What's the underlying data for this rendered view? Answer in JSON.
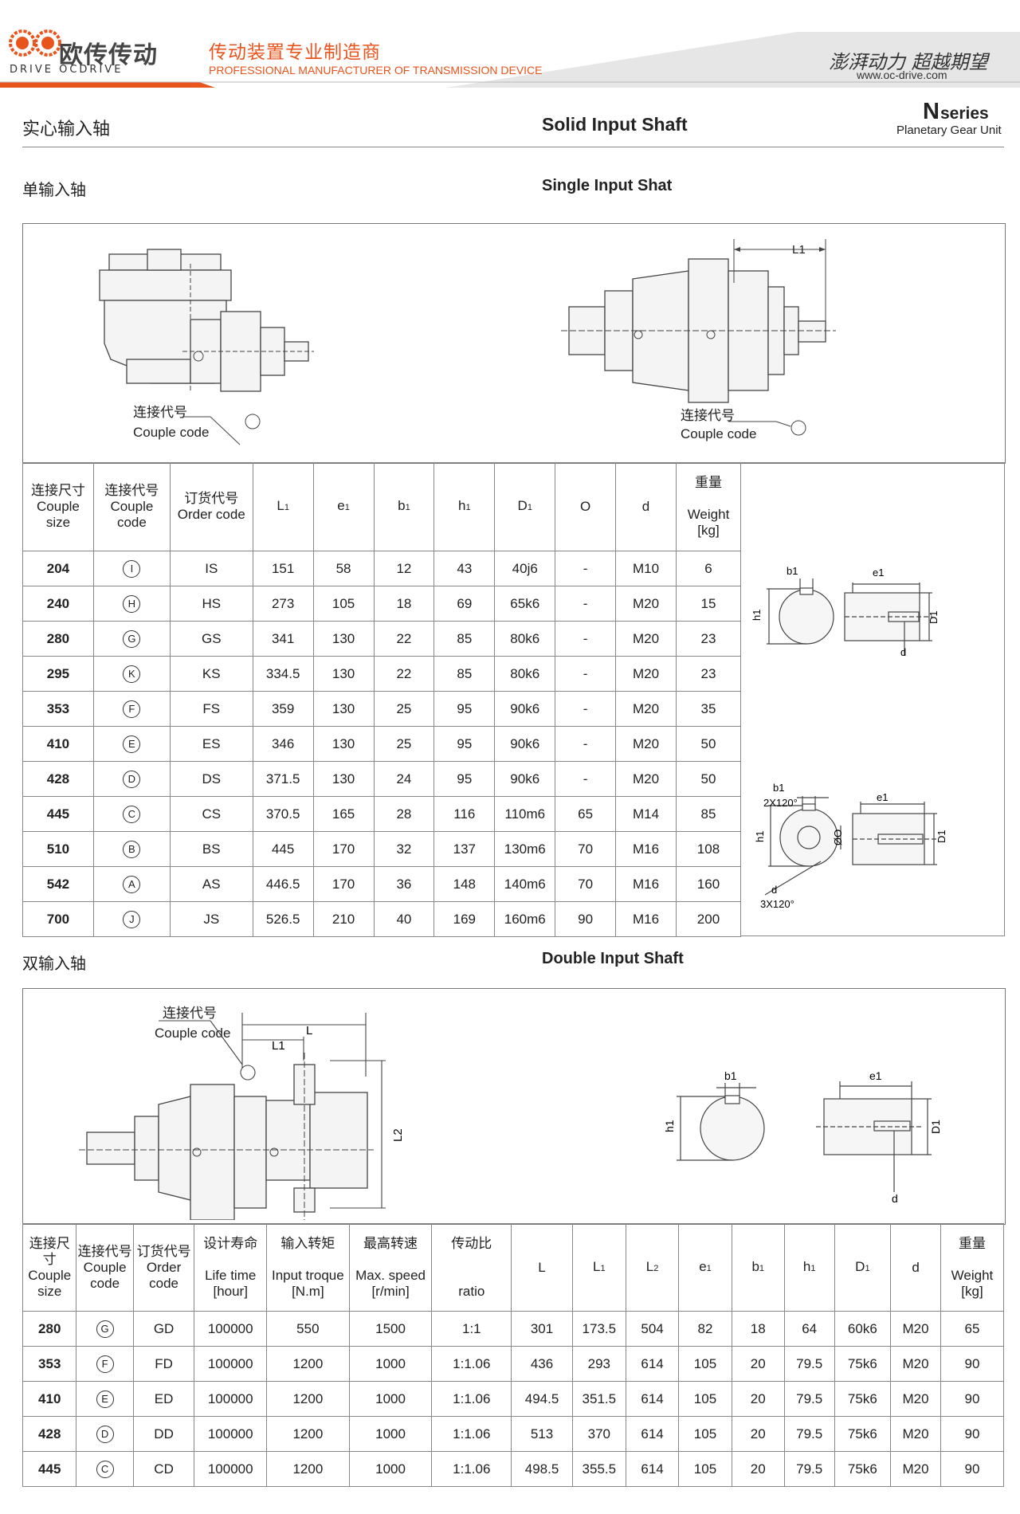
{
  "header": {
    "logo_top": "OC",
    "logo_brand": "欧传传动",
    "logo_en": "DRIVE OCDRIVE",
    "tagline_cn": "传动装置专业制造商",
    "tagline_en": "PROFESSIONAL MANUFACTURER OF TRANSMISSION DEVICE",
    "slogan": "澎湃动力 超越期望",
    "website": "www.oc-drive.com"
  },
  "section": {
    "title_cn": "实心输入轴",
    "title_en": "Solid Input Shaft",
    "series_letter": "N",
    "series_word": "series",
    "series_sub": "Planetary Gear Unit"
  },
  "single": {
    "title_cn": "单输入轴",
    "title_en": "Single Input Shat",
    "couple_label_cn": "连接代号",
    "couple_label_en": "Couple code",
    "dim_L1": "L1",
    "headers": {
      "size_cn": "连接尺寸",
      "size_en": "Couple size",
      "code_cn": "连接代号",
      "code_en": "Couple code",
      "order_cn": "订货代号",
      "order_en": "Order code",
      "L1": "L",
      "e1": "e",
      "b1": "b",
      "h1": "h",
      "D1": "D",
      "O": "O",
      "d": "d",
      "weight_cn": "重量",
      "weight_en": "Weight",
      "weight_unit": "[kg]"
    },
    "rows": [
      {
        "size": "204",
        "code": "I",
        "order": "IS",
        "L1": "151",
        "e1": "58",
        "b1": "12",
        "h1": "43",
        "D1": "40j6",
        "O": "-",
        "d": "M10",
        "w": "6"
      },
      {
        "size": "240",
        "code": "H",
        "order": "HS",
        "L1": "273",
        "e1": "105",
        "b1": "18",
        "h1": "69",
        "D1": "65k6",
        "O": "-",
        "d": "M20",
        "w": "15"
      },
      {
        "size": "280",
        "code": "G",
        "order": "GS",
        "L1": "341",
        "e1": "130",
        "b1": "22",
        "h1": "85",
        "D1": "80k6",
        "O": "-",
        "d": "M20",
        "w": "23"
      },
      {
        "size": "295",
        "code": "K",
        "order": "KS",
        "L1": "334.5",
        "e1": "130",
        "b1": "22",
        "h1": "85",
        "D1": "80k6",
        "O": "-",
        "d": "M20",
        "w": "23"
      },
      {
        "size": "353",
        "code": "F",
        "order": "FS",
        "L1": "359",
        "e1": "130",
        "b1": "25",
        "h1": "95",
        "D1": "90k6",
        "O": "-",
        "d": "M20",
        "w": "35"
      },
      {
        "size": "410",
        "code": "E",
        "order": "ES",
        "L1": "346",
        "e1": "130",
        "b1": "25",
        "h1": "95",
        "D1": "90k6",
        "O": "-",
        "d": "M20",
        "w": "50"
      },
      {
        "size": "428",
        "code": "D",
        "order": "DS",
        "L1": "371.5",
        "e1": "130",
        "b1": "24",
        "h1": "95",
        "D1": "90k6",
        "O": "-",
        "d": "M20",
        "w": "50"
      },
      {
        "size": "445",
        "code": "C",
        "order": "CS",
        "L1": "370.5",
        "e1": "165",
        "b1": "28",
        "h1": "116",
        "D1": "110m6",
        "O": "65",
        "d": "M14",
        "w": "85"
      },
      {
        "size": "510",
        "code": "B",
        "order": "BS",
        "L1": "445",
        "e1": "170",
        "b1": "32",
        "h1": "137",
        "D1": "130m6",
        "O": "70",
        "d": "M16",
        "w": "108"
      },
      {
        "size": "542",
        "code": "A",
        "order": "AS",
        "L1": "446.5",
        "e1": "170",
        "b1": "36",
        "h1": "148",
        "D1": "140m6",
        "O": "70",
        "d": "M16",
        "w": "160"
      },
      {
        "size": "700",
        "code": "J",
        "order": "JS",
        "L1": "526.5",
        "e1": "210",
        "b1": "40",
        "h1": "169",
        "D1": "160m6",
        "O": "90",
        "d": "M16",
        "w": "200"
      }
    ],
    "detail_labels": {
      "b1": "b1",
      "e1": "e1",
      "h1": "h1",
      "D1": "D1",
      "d": "d",
      "O": "ØO",
      "angle1": "2X120°",
      "angle2": "3X120°"
    }
  },
  "double": {
    "title_cn": "双输入轴",
    "title_en": "Double Input Shaft",
    "couple_label_cn": "连接代号",
    "couple_label_en": "Couple code",
    "dims": {
      "L": "L",
      "L1": "L1",
      "L2": "L2",
      "b1": "b1",
      "e1": "e1",
      "h1": "h1",
      "D1": "D1",
      "d": "d"
    },
    "headers": {
      "size_cn": "连接尺寸",
      "size_en": "Couple size",
      "code_cn": "连接代号",
      "code_en": "Couple code",
      "order_cn": "订货代号",
      "order_en": "Order code",
      "life_cn": "设计寿命",
      "life_en": "Life time",
      "life_unit": "[hour]",
      "torque_cn": "输入转矩",
      "torque_en": "Input troque",
      "torque_unit": "[N.m]",
      "speed_cn": "最高转速",
      "speed_en": "Max. speed",
      "speed_unit": "[r/min]",
      "ratio_cn": "传动比",
      "ratio_en": "ratio",
      "L": "L",
      "L1": "L",
      "L2": "L",
      "e1": "e",
      "b1": "b",
      "h1": "h",
      "D1": "D",
      "d": "d",
      "weight_cn": "重量",
      "weight_en": "Weight",
      "weight_unit": "[kg]"
    },
    "rows": [
      {
        "size": "280",
        "code": "G",
        "order": "GD",
        "life": "100000",
        "torque": "550",
        "speed": "1500",
        "ratio": "1:1",
        "L": "301",
        "L1": "173.5",
        "L2": "504",
        "e1": "82",
        "b1": "18",
        "h1": "64",
        "D1": "60k6",
        "d": "M20",
        "w": "65"
      },
      {
        "size": "353",
        "code": "F",
        "order": "FD",
        "life": "100000",
        "torque": "1200",
        "speed": "1000",
        "ratio": "1:1.06",
        "L": "436",
        "L1": "293",
        "L2": "614",
        "e1": "105",
        "b1": "20",
        "h1": "79.5",
        "D1": "75k6",
        "d": "M20",
        "w": "90"
      },
      {
        "size": "410",
        "code": "E",
        "order": "ED",
        "life": "100000",
        "torque": "1200",
        "speed": "1000",
        "ratio": "1:1.06",
        "L": "494.5",
        "L1": "351.5",
        "L2": "614",
        "e1": "105",
        "b1": "20",
        "h1": "79.5",
        "D1": "75k6",
        "d": "M20",
        "w": "90"
      },
      {
        "size": "428",
        "code": "D",
        "order": "DD",
        "life": "100000",
        "torque": "1200",
        "speed": "1000",
        "ratio": "1:1.06",
        "L": "513",
        "L1": "370",
        "L2": "614",
        "e1": "105",
        "b1": "20",
        "h1": "79.5",
        "D1": "75k6",
        "d": "M20",
        "w": "90"
      },
      {
        "size": "445",
        "code": "C",
        "order": "CD",
        "life": "100000",
        "torque": "1200",
        "speed": "1000",
        "ratio": "1:1.06",
        "L": "498.5",
        "L1": "355.5",
        "L2": "614",
        "e1": "105",
        "b1": "20",
        "h1": "79.5",
        "D1": "75k6",
        "d": "M20",
        "w": "90"
      }
    ]
  }
}
